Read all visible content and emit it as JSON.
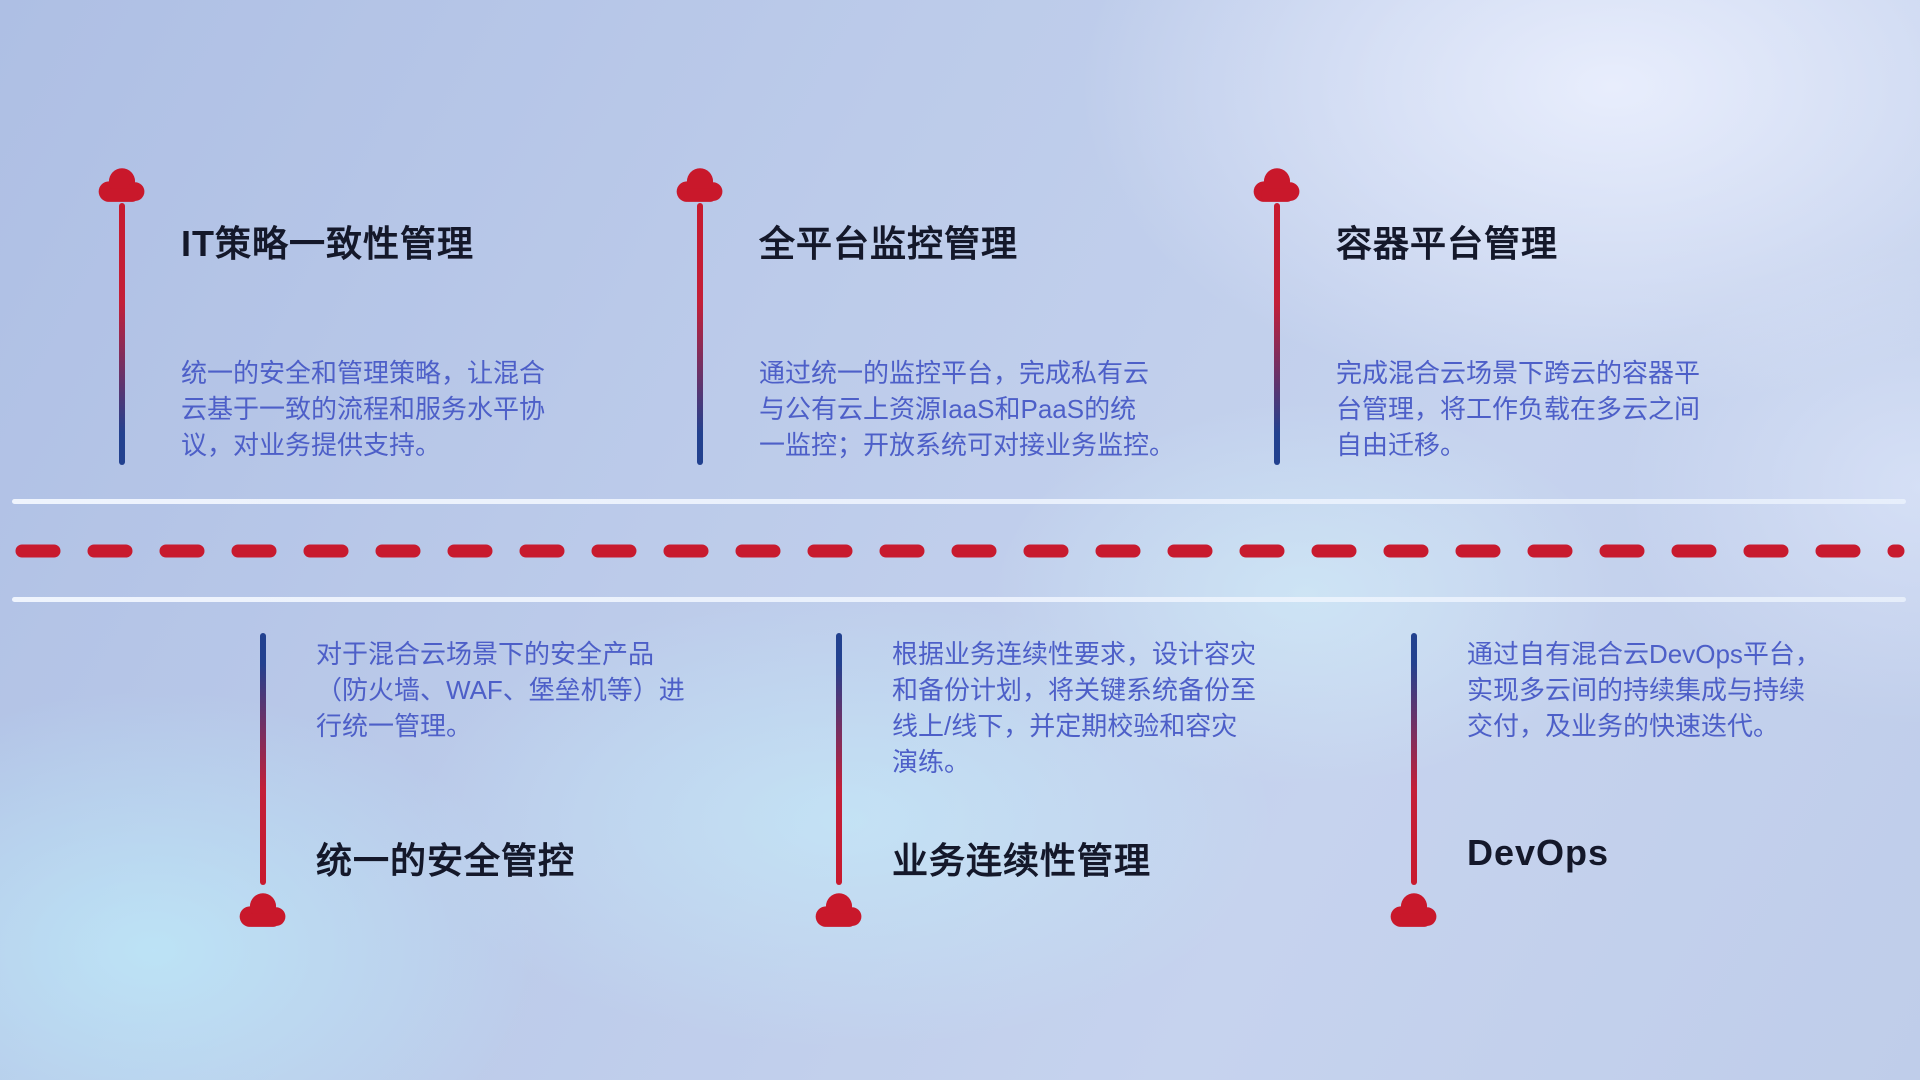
{
  "colors": {
    "accent_red": "#c81a2e",
    "accent_blue": "#22418f",
    "desc_text": "#4d5fc8",
    "title_text": "#14182a"
  },
  "items_top": [
    {
      "title": "IT策略一致性管理",
      "desc": "统一的安全和管理策略，让混合\n云基于一致的流程和服务水平协\n议，对业务提供支持。"
    },
    {
      "title": "全平台监控管理",
      "desc": "通过统一的监控平台，完成私有云\n与公有云上资源IaaS和PaaS的统\n一监控；开放系统可对接业务监控。"
    },
    {
      "title": "容器平台管理",
      "desc": "完成混合云场景下跨云的容器平\n台管理，将工作负载在多云之间\n自由迁移。"
    }
  ],
  "items_bottom": [
    {
      "title": "统一的安全管控",
      "desc": "对于混合云场景下的安全产品\n（防火墙、WAF、堡垒机等）进\n行统一管理。"
    },
    {
      "title": "业务连续性管理",
      "desc": "根据业务连续性要求，设计容灾\n和备份计划，将关键系统备份至\n线上/线下，并定期校验和容灾\n演练。"
    },
    {
      "title": "DevOps",
      "desc": "通过自有混合云DevOps平台，\n实现多云间的持续集成与持续\n交付，及业务的快速迭代。"
    }
  ]
}
